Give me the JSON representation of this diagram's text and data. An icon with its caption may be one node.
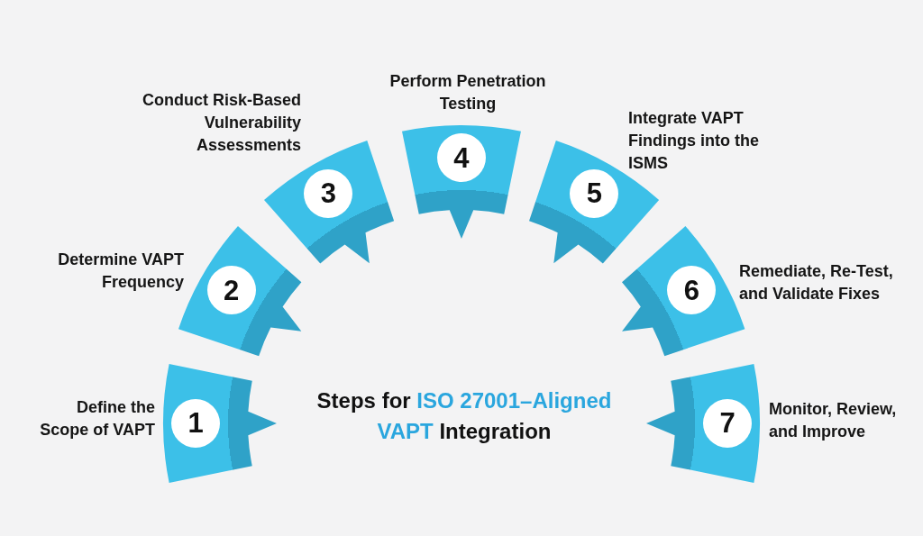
{
  "diagram": {
    "title": "Steps for *ISO 27001–Aligned VAPT* Integration",
    "nodes": [
      {
        "text": [
          "1"
        ],
        "beside": [
          "Define the Scope of VAPT"
        ]
      },
      {
        "text": [
          "2"
        ],
        "beside": [
          "Determine VAPT Frequency"
        ]
      },
      {
        "text": [
          "3"
        ],
        "beside": [
          "Conduct Risk-Based Vulnerability Assessments"
        ]
      },
      {
        "text": [
          "4"
        ],
        "beside": [
          "Perform Penetration Testing"
        ]
      },
      {
        "text": [
          "5"
        ],
        "beside": [
          "Integrate VAPT Findings into the ISMS"
        ]
      },
      {
        "text": [
          "6"
        ],
        "beside": [
          "Remediate, Re-Test, and Validate Fixes"
        ]
      },
      {
        "text": [
          "7"
        ],
        "beside": [
          "Monitor, Review, and Improve"
        ]
      }
    ]
  }
}
